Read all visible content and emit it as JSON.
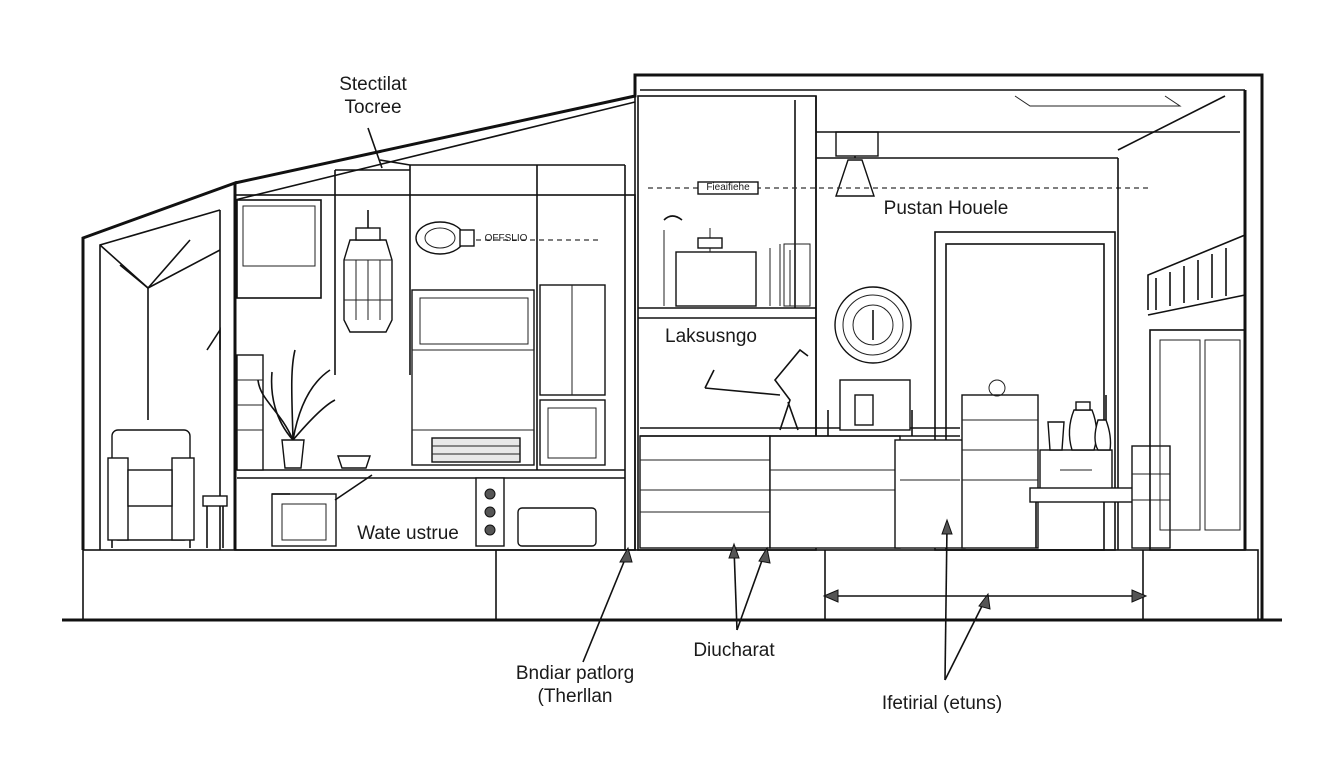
{
  "labels": {
    "top_left_line1": "Stectilat",
    "top_left_line2": "Tocree",
    "upper_right_room": "Pustan Houele",
    "middle_room": "Laksusngo",
    "lower_left_room": "Wate ustrue",
    "bottom_left_line1": "Bndiar patlorg",
    "bottom_left_line2": "(Therllan",
    "bottom_center": "Diucharat",
    "bottom_right": "Ifetirial (etuns)",
    "tag_upper": "Fieaifiehe",
    "tag_lamp": "OFFSLIO"
  },
  "colors": {
    "ink": "#111111",
    "background": "#ffffff"
  }
}
